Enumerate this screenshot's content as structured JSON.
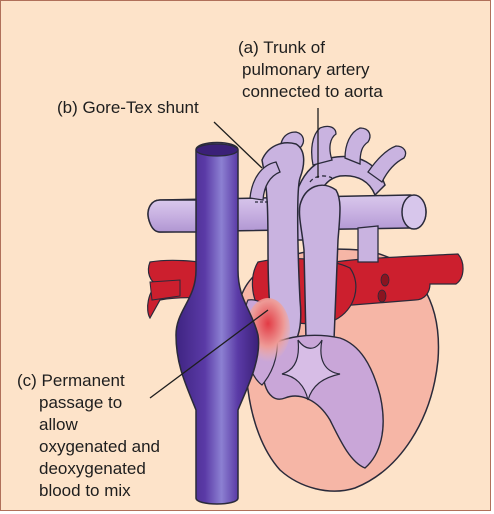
{
  "diagram": {
    "labels": {
      "trunk": [
        "(a) Trunk of",
        "pulmonary artery",
        "connected to aorta"
      ],
      "shunt": [
        "(b) Gore-Tex shunt"
      ],
      "passage": [
        "(c) Permanent",
        "passage to",
        "allow",
        "oxygenated and",
        "deoxygenated",
        "blood to mix"
      ]
    },
    "colors": {
      "background": "#fde3c9",
      "border": "#b0705a",
      "vena_cava": "#53309a",
      "vena_cava_highlight": "#8a7ccf",
      "pulmonary_vessels": "#c9b3e0",
      "pulmonary_outline": "#2a2a3a",
      "arteries_red": "#cc1f2e",
      "heart_pink": "#f6b6a6",
      "heart_inner": "#c9a6d8",
      "mixing_zone": "#e88d87"
    },
    "icons": [
      "heart-diagram"
    ]
  }
}
